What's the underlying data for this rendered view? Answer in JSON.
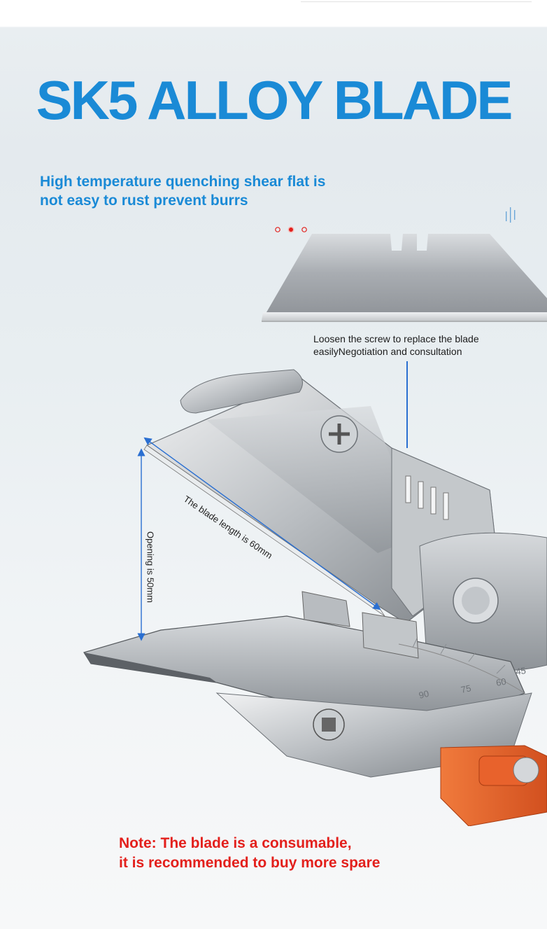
{
  "title": "SK5 ALLOY BLADE",
  "subtitle": {
    "line1": "High temperature quenching shear flat is",
    "line2": "not easy to rust prevent burrs"
  },
  "callout": {
    "line1": "Loosen the screw to replace the blade",
    "line2": "easilyNegotiation and consultation"
  },
  "dimensions": {
    "blade_length": "The blade length is 60mm",
    "opening": "Opening is 50mm"
  },
  "note": {
    "line1": "Note: The blade is a consumable,",
    "line2": "it is recommended to buy more spare"
  },
  "scale_marks": [
    "45",
    "60",
    "75",
    "90"
  ],
  "colors": {
    "accent_blue": "#1a8ad6",
    "note_red": "#e3201c",
    "handle_orange": "#e8622c",
    "guide_line": "#2a6fd1"
  }
}
